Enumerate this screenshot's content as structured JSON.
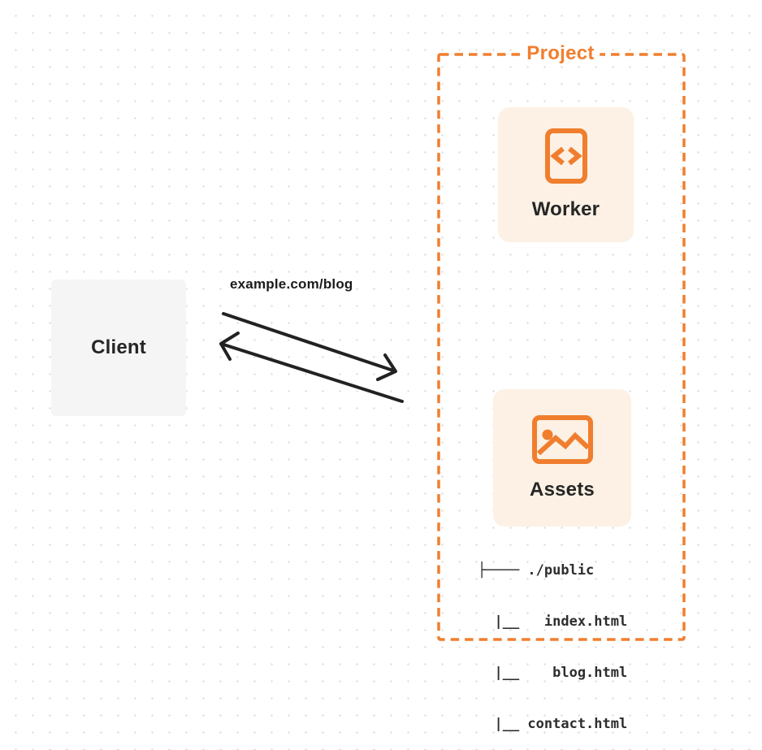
{
  "client": {
    "label": "Client"
  },
  "request": {
    "url_label": "example.com/blog"
  },
  "project": {
    "label": "Project",
    "worker": {
      "label": "Worker",
      "icon": "code-document-icon"
    },
    "assets": {
      "label": "Assets",
      "icon": "image-icon",
      "file_tree": {
        "root": "./public",
        "files": [
          "index.html",
          "blog.html",
          "contact.html"
        ],
        "lines": [
          "├──── ./public",
          "  |__   index.html",
          "  |__    blog.html",
          "  |__ contact.html"
        ]
      }
    }
  },
  "colors": {
    "accent_orange": "#f07e2e",
    "card_cream": "#fcf1e4",
    "client_gray": "#f5f5f6",
    "arrow_black": "#222222",
    "dot_grid": "#e2e2e5",
    "text_dark": "#262626"
  }
}
